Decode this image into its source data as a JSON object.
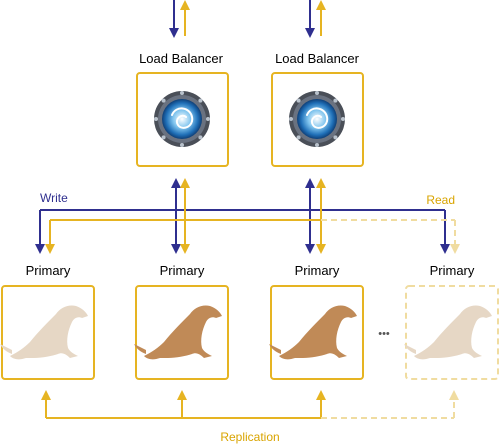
{
  "load_balancers": [
    {
      "label": "Load Balancer"
    },
    {
      "label": "Load Balancer"
    }
  ],
  "primaries": [
    {
      "label": "Primary",
      "faded": true
    },
    {
      "label": "Primary",
      "faded": false
    },
    {
      "label": "Primary",
      "faded": false
    },
    {
      "label": "Primary",
      "faded": true,
      "dashed": true
    }
  ],
  "labels": {
    "write": "Write",
    "read": "Read",
    "replication": "Replication",
    "ellipsis": "•••"
  },
  "colors": {
    "write_line": "#2f2f8f",
    "read_line": "#e6b422",
    "box_border": "#e6b422",
    "seal_active": "#c08a57",
    "seal_faded": "#e6d7c5"
  },
  "icons": {
    "load_balancer": "portal-icon",
    "primary": "seal-icon"
  }
}
